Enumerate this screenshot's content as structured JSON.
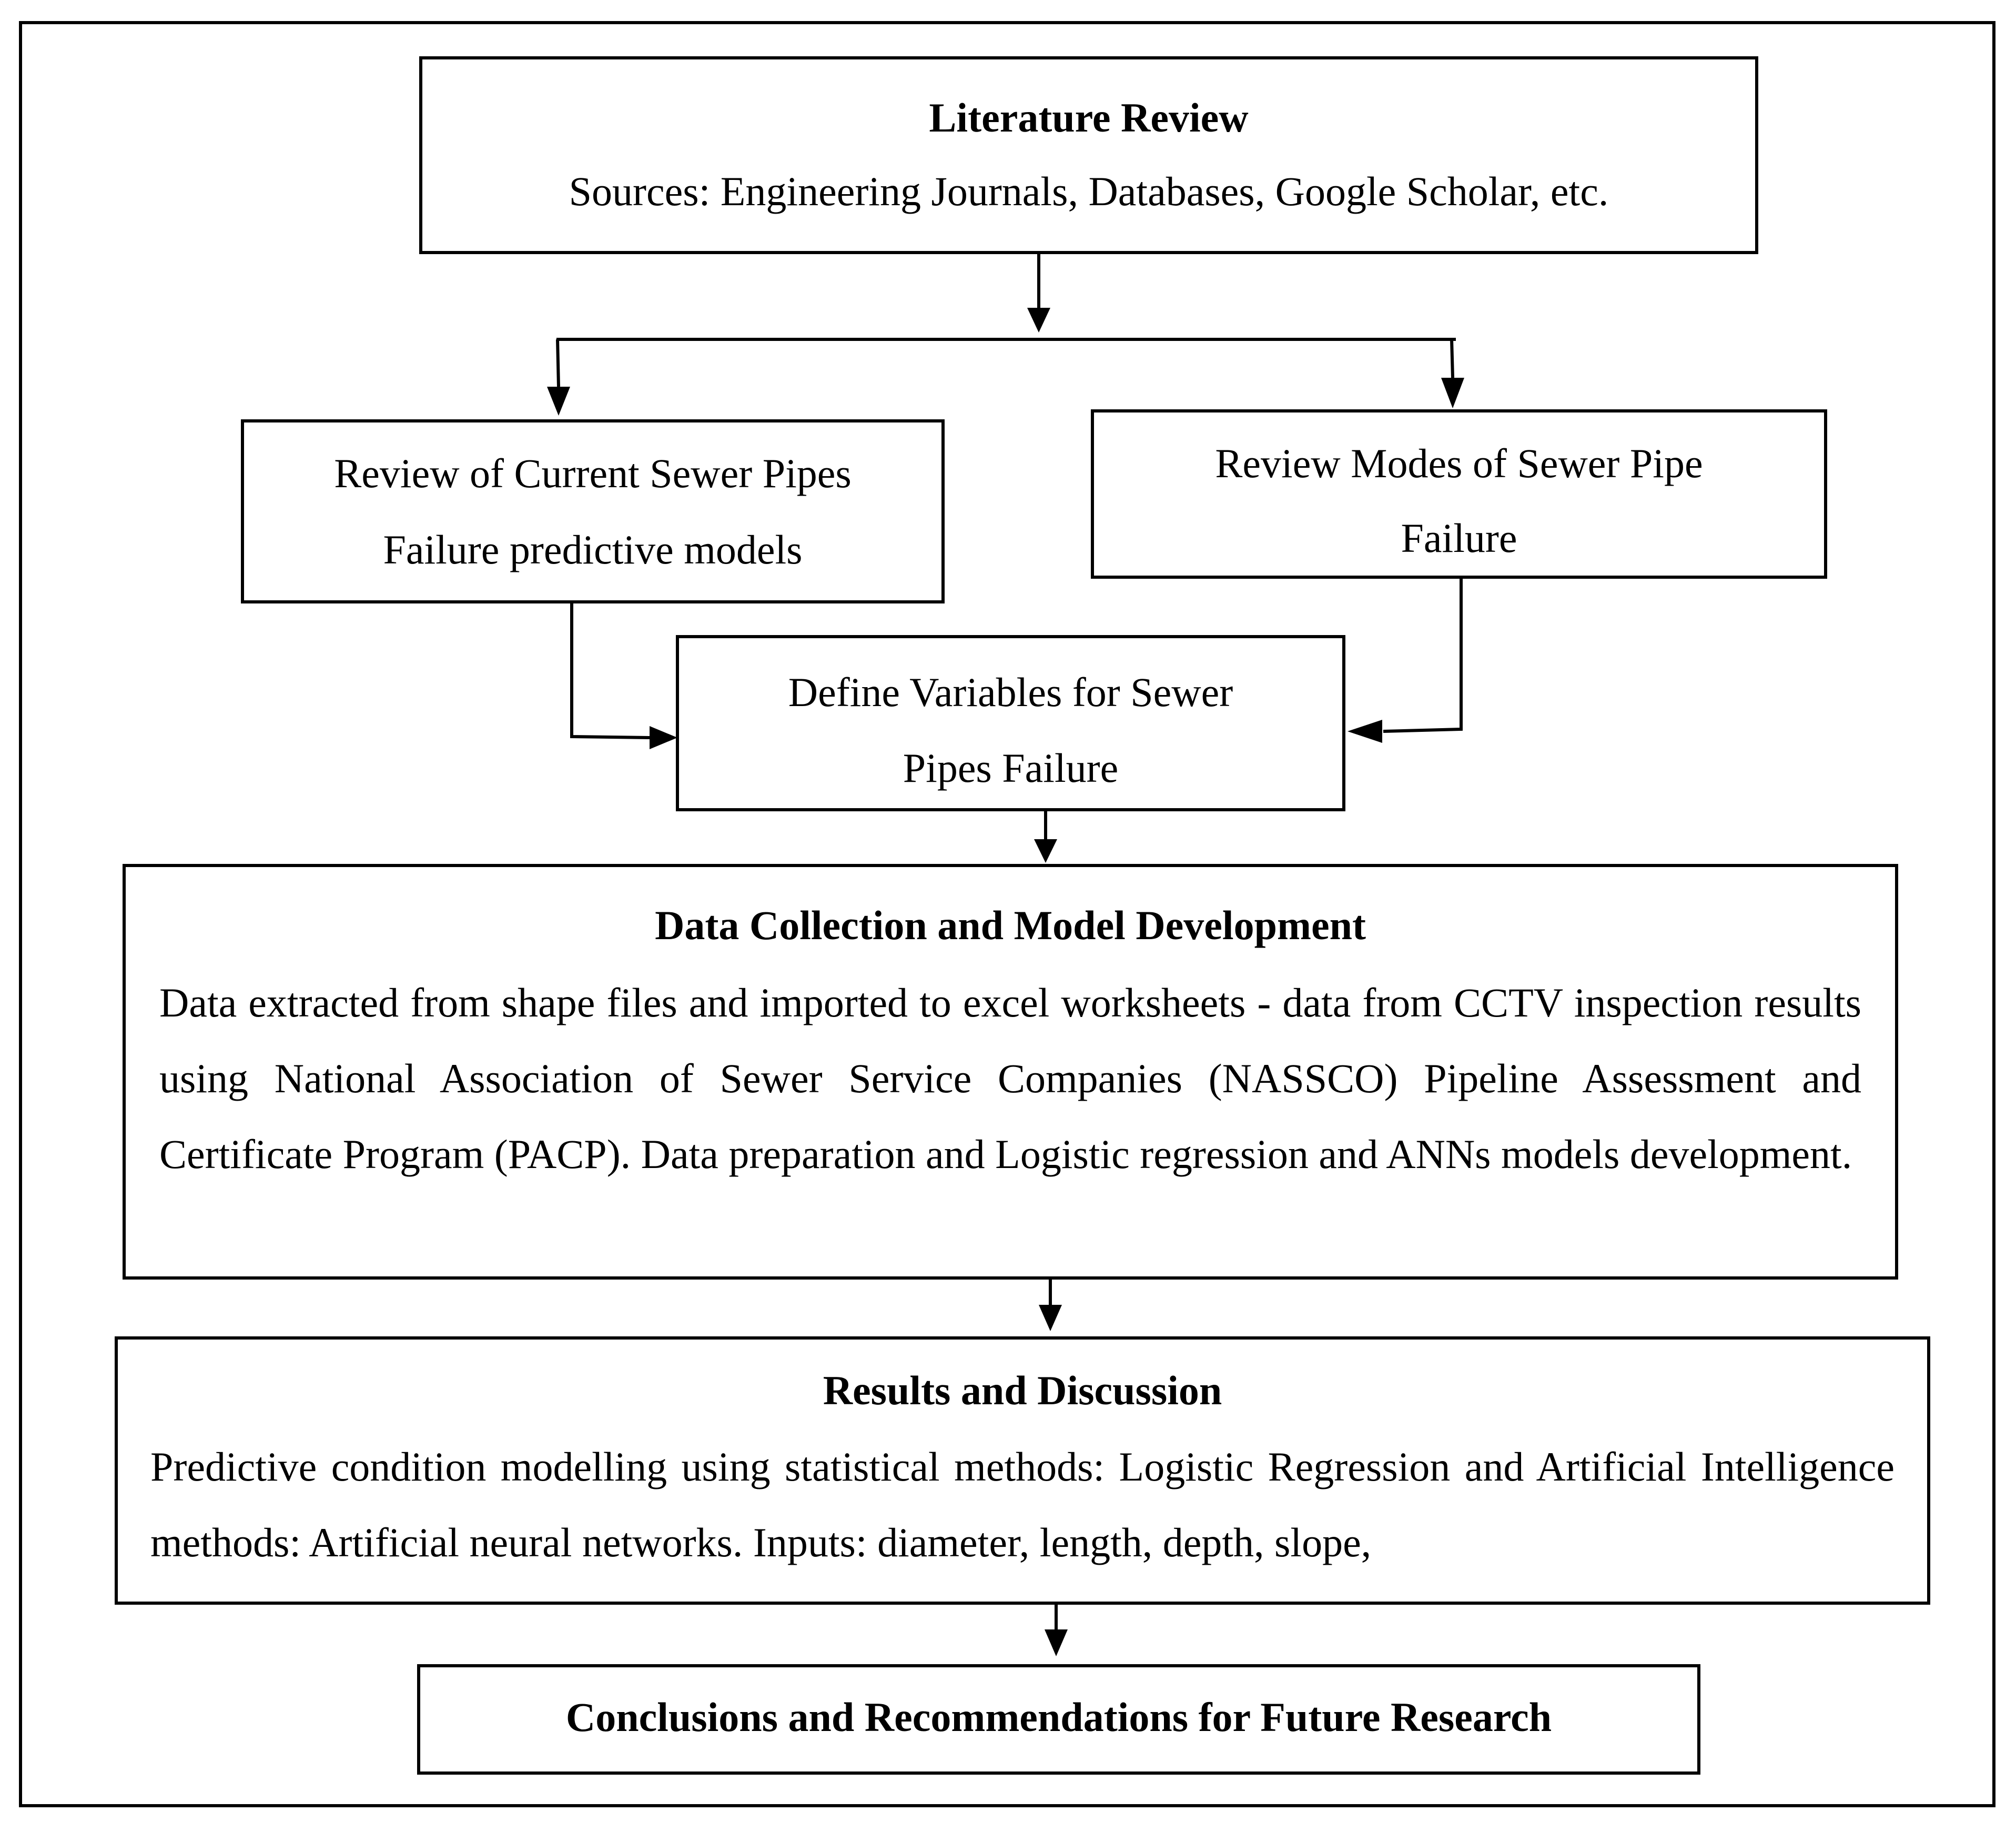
{
  "nodes": {
    "literature_review": {
      "title": "Literature Review",
      "body": "Sources: Engineering Journals, Databases, Google Scholar, etc."
    },
    "review_current": {
      "line1": "Review of Current Sewer Pipes",
      "line2": "Failure predictive models"
    },
    "review_modes": {
      "line1": "Review Modes of Sewer Pipe",
      "line2": "Failure"
    },
    "define_variables": {
      "line1": "Define Variables for Sewer",
      "line2": "Pipes Failure"
    },
    "data_collection": {
      "title": "Data Collection and Model Development",
      "body": "Data extracted from shape files and imported to excel worksheets - data from CCTV inspection results using National Association of Sewer Service Companies (NASSCO) Pipeline Assessment and Certificate Program (PACP). Data preparation and Logistic regression and ANNs models development."
    },
    "results": {
      "title": "Results and Discussion",
      "body": "Predictive condition modelling using statistical methods: Logistic Regression and Artificial Intelligence methods: Artificial neural networks. Inputs: diameter, length, depth, slope,"
    },
    "conclusions": {
      "title": "Conclusions and Recommendations for Future Research"
    }
  },
  "edges": [
    {
      "from": "literature_review",
      "to": "review_current"
    },
    {
      "from": "literature_review",
      "to": "review_modes"
    },
    {
      "from": "review_current",
      "to": "define_variables"
    },
    {
      "from": "review_modes",
      "to": "define_variables"
    },
    {
      "from": "define_variables",
      "to": "data_collection"
    },
    {
      "from": "data_collection",
      "to": "results"
    },
    {
      "from": "results",
      "to": "conclusions"
    }
  ]
}
